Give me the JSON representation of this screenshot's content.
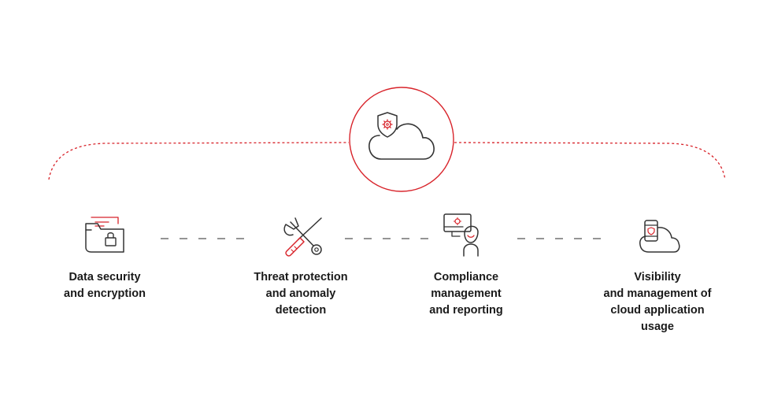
{
  "colors": {
    "accent": "#d8232a",
    "line": "#333333",
    "dash": "#555555",
    "text": "#1a1a1a",
    "background": "#ffffff"
  },
  "center": {
    "icon": "cloud-shield-gear-icon"
  },
  "features": [
    {
      "icon": "folder-lock-icon",
      "label": "Data security\nand encryption"
    },
    {
      "icon": "wrench-screwdriver-icon",
      "label": "Threat protection\nand anomaly\ndetection"
    },
    {
      "icon": "monitor-person-icon",
      "label": "Compliance\nmanagement\nand reporting"
    },
    {
      "icon": "cloud-smartphone-icon",
      "label": "Visibility\nand management of\ncloud application\nusage"
    }
  ]
}
